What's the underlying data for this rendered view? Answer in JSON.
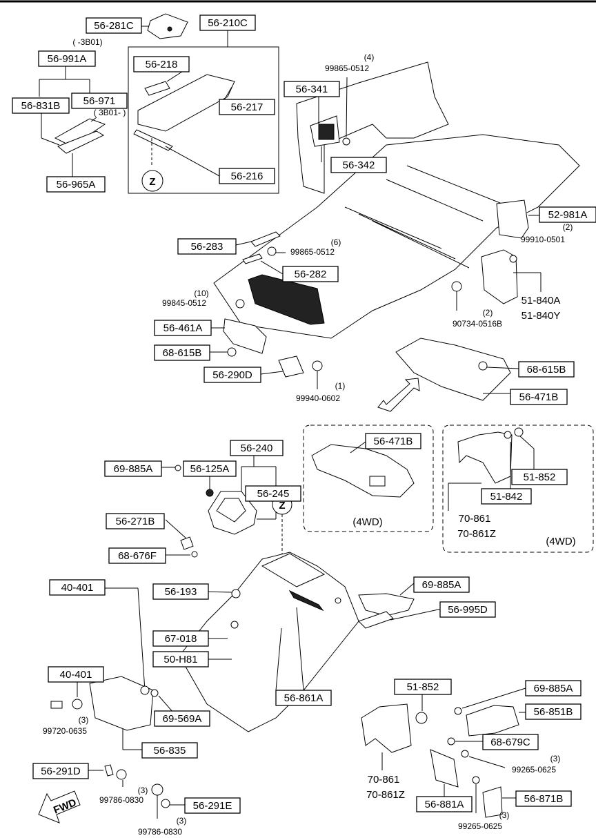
{
  "labels": {
    "p56_281C": "56-281C",
    "p56_210C": "56-210C",
    "p56_991A": "56-991A",
    "p56_991A_note": "( -3B01)",
    "p56_218": "56-218",
    "p56_971": "56-971",
    "p56_971_note": "( 3B01- )",
    "p56_831B": "56-831B",
    "p56_217": "56-217",
    "p56_965A": "56-965A",
    "p56_216": "56-216",
    "z_top": "Z",
    "p56_341": "56-341",
    "p99865_top": "99865-0512",
    "p99865_top_qty": "(4)",
    "p56_342": "56-342",
    "p52_981A": "52-981A",
    "p99910": "99910-0501",
    "p99910_qty": "(2)",
    "p56_283": "56-283",
    "p99865_mid": "99865-0512",
    "p99865_mid_qty": "(6)",
    "p56_282": "56-282",
    "p51_840A": "51-840A",
    "p51_840Y": "51-840Y",
    "p99845": "99845-0512",
    "p99845_qty": "(10)",
    "p90734": "90734-0516B",
    "p90734_qty": "(2)",
    "p56_461A": "56-461A",
    "p68_615B_left": "68-615B",
    "p68_615B_right": "68-615B",
    "p56_290D": "56-290D",
    "p99940": "99940-0602",
    "p99940_qty": "(1)",
    "p56_471B_main": "56-471B",
    "p56_240": "56-240",
    "p69_885A_mid": "69-885A",
    "p56_125A": "56-125A",
    "p56_245": "56-245",
    "p56_471B_4wd": "56-471B",
    "label_4wd_a": "(4WD)",
    "p51_852_upper": "51-852",
    "p51_842": "51-842",
    "p70_861_upper": "70-861",
    "p70_861Z_upper": "70-861Z",
    "label_4wd_b": "(4WD)",
    "p56_271B": "56-271B",
    "p68_676F": "68-676F",
    "z_bottom": "Z",
    "p56_193": "56-193",
    "p67_018": "67-018",
    "p40_401_a": "40-401",
    "p50_H81": "50-H81",
    "p69_885A_low": "69-885A",
    "p40_401_b": "40-401",
    "p56_995D": "56-995D",
    "p51_852_lower": "51-852",
    "p69_885A_right": "69-885A",
    "p56_861A": "56-861A",
    "p69_569A": "69-569A",
    "p56_851B": "56-851B",
    "p99720": "99720-0635",
    "p99720_qty": "(3)",
    "p68_679C": "68-679C",
    "p99265_a": "99265-0625",
    "p99265_a_qty": "(3)",
    "p56_835": "56-835",
    "p70_861_lower": "70-861",
    "p70_861Z_lower": "70-861Z",
    "p56_291D": "56-291D",
    "p99786_a": "99786-0830",
    "p99786_a_qty": "(3)",
    "p56_291E": "56-291E",
    "p56_881A": "56-881A",
    "p56_871B": "56-871B",
    "p99786_b": "99786-0830",
    "p99786_b_qty": "(3)",
    "p99265_b": "99265-0625",
    "p99265_b_qty": "(3)",
    "fwd": "FWD"
  }
}
